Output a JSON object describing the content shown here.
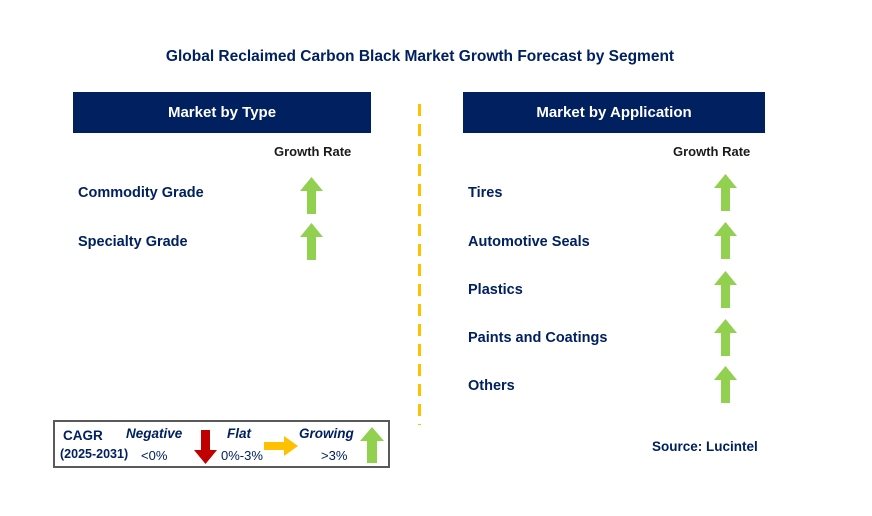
{
  "title": "Global Reclaimed Carbon Black Market Growth Forecast by Segment",
  "panels": [
    {
      "header": "Market by Type",
      "growth_rate_label": "Growth Rate",
      "items": [
        {
          "label": "Commodity Grade",
          "growth_icon": "up-arrow-icon",
          "growth_category": "Growing"
        },
        {
          "label": "Specialty Grade",
          "growth_icon": "up-arrow-icon",
          "growth_category": "Growing"
        }
      ]
    },
    {
      "header": "Market by Application",
      "growth_rate_label": "Growth Rate",
      "items": [
        {
          "label": "Tires",
          "growth_icon": "up-arrow-icon",
          "growth_category": "Growing"
        },
        {
          "label": "Automotive Seals",
          "growth_icon": "up-arrow-icon",
          "growth_category": "Growing"
        },
        {
          "label": "Plastics",
          "growth_icon": "up-arrow-icon",
          "growth_category": "Growing"
        },
        {
          "label": "Paints and Coatings",
          "growth_icon": "up-arrow-icon",
          "growth_category": "Growing"
        },
        {
          "label": "Others",
          "growth_icon": "up-arrow-icon",
          "growth_category": "Growing"
        }
      ]
    }
  ],
  "legend": {
    "cagr_label": "CAGR",
    "cagr_period": "(2025-2031)",
    "entries": [
      {
        "label": "Negative",
        "range": "<0%",
        "icon": "down-arrow-icon",
        "color": "#C00000"
      },
      {
        "label": "Flat",
        "range": "0%-3%",
        "icon": "right-arrow-icon",
        "color": "#FFC000"
      },
      {
        "label": "Growing",
        "range": ">3%",
        "icon": "up-arrow-icon",
        "color": "#92D050"
      }
    ]
  },
  "source": "Source: Lucintel",
  "colors": {
    "navy": "#002060",
    "green": "#92D050",
    "red": "#C00000",
    "yellow": "#FFC000",
    "growth_rate_text": "#1a1a1a",
    "divider": "#FFC000"
  }
}
